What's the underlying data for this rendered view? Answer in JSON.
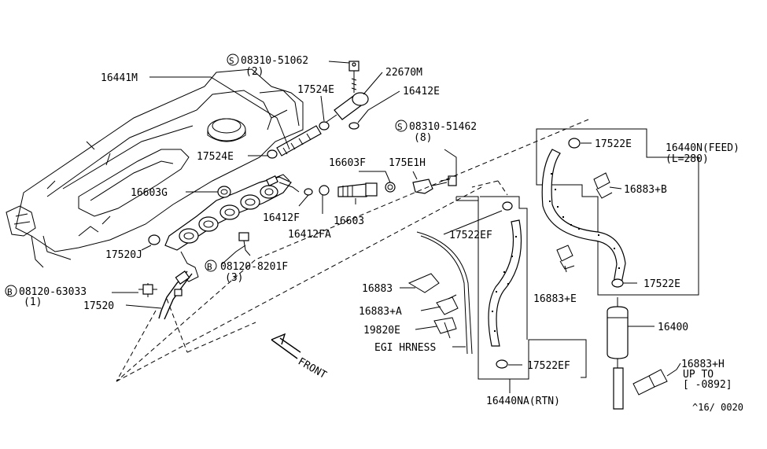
{
  "labels": {
    "p16441M": "16441M",
    "p08310_51062": "08310-51062",
    "p08310_51062_qty": "(2)",
    "p22670M": "22670M",
    "p17524E_a": "17524E",
    "p16412E": "16412E",
    "p08310_51462": "08310-51462",
    "p08310_51462_qty": "(8)",
    "p17522E_a": "17522E",
    "p16440N": "16440N(FEED)",
    "p16440N_len": "(L=280)",
    "p17524E_b": "17524E",
    "p16603F": "16603F",
    "p17561H": "175E1H",
    "p16883B": "16883+B",
    "p16603G": "16603G",
    "p16412F": "16412F",
    "p16603": "16603",
    "p16412FA": "16412FA",
    "p17522EF_a": "17522EF",
    "p17520J": "17520J",
    "p08120_8201F": "08120-8201F",
    "p08120_8201F_qty": "(3)",
    "p08120_63033": "08120-63033",
    "p08120_63033_qty": "(1)",
    "p17520": "17520",
    "p16883": "16883",
    "p16883A": "16883+A",
    "p19820E": "19820E",
    "p_egi": "EGI HRNESS",
    "p16883E": "16883+E",
    "p17522E_b": "17522E",
    "p16400": "16400",
    "p17522EF_b": "17522EF",
    "p16883H": "16883+H",
    "p_upto": "UP TO",
    "p_upto_range": "[    -0892]",
    "p16440NA": "16440NA(RTN)",
    "front": "FRONT",
    "diagram_code": "^16/ 0020"
  },
  "symbols": {
    "s": "S",
    "b": "B"
  },
  "icons": {
    "front_arrow": "front-arrow-icon"
  }
}
